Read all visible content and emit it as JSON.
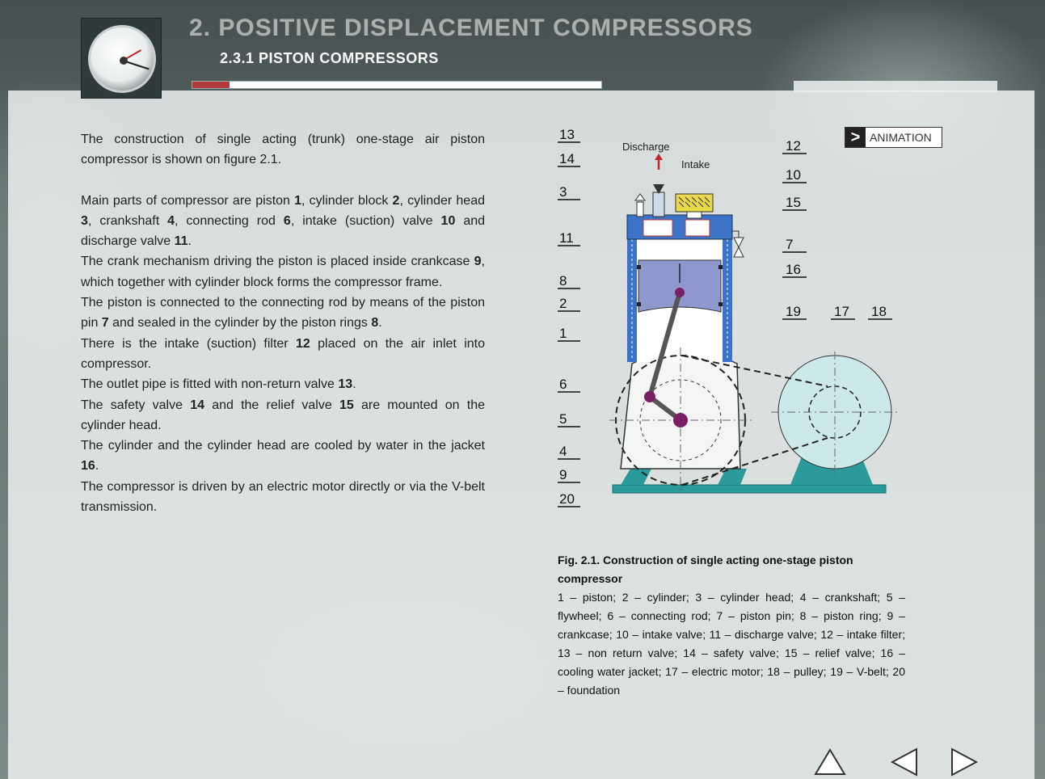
{
  "header": {
    "main_title": "2. POSITIVE DISPLACEMENT COMPRESSORS",
    "sub_title": "2.3.1 PISTON COMPRESSORS",
    "progress_fraction": 0.09
  },
  "body_paragraphs": [
    "The construction of single acting (trunk) one-stage air piston compressor is shown on figure 2.1.",
    "Main parts of compressor are piston 1, cylinder block 2, cylinder head 3, crankshaft 4, connecting rod 6, intake (suction) valve 10 and discharge valve 11.",
    "The crank mechanism driving the piston is placed inside crankcase 9, which together with cylinder block forms the compressor frame.",
    "The piston is connected to the connecting rod by means of the piston pin 7 and sealed in the cylinder by the piston rings 8.",
    "There is the intake (suction) filter 12 placed on the air inlet into compressor.",
    "The outlet pipe is fitted with non-return valve 13.",
    "The safety valve 14 and the relief valve 15 are mounted on the cylinder head.",
    "The cylinder and the cylinder head are cooled by water in the jacket 16.",
    "The compressor is driven by an electric motor directly or via the V-belt transmission."
  ],
  "animation_button": {
    "icon": "play-arrow-icon",
    "label": "ANIMATION"
  },
  "diagram": {
    "discharge_label": "Discharge",
    "intake_label": "Intake",
    "left_numbers": [
      "13",
      "14",
      "3",
      "11",
      "8",
      "2",
      "1",
      "6",
      "5",
      "4",
      "9",
      "20"
    ],
    "right_numbers": [
      "12",
      "10",
      "15",
      "7",
      "16",
      "19",
      "17",
      "18"
    ]
  },
  "caption": {
    "title": "Fig. 2.1. Construction of single acting one-stage piston compressor",
    "text": "1 – piston; 2 – cylinder; 3 – cylinder head; 4 – crankshaft; 5 – flywheel; 6 – connecting rod; 7 – piston pin; 8 – piston ring; 9 – crankcase; 10 – intake valve; 11 – discharge valve; 12 – intake filter; 13 – non return valve; 14 – safety valve; 15 – relief valve; 16 – cooling water jacket; 17 – electric motor; 18 – pulley; 19 – V-belt; 20 – foundation"
  },
  "navigation": {
    "up_icon": "up-triangle-icon",
    "prev_icon": "left-triangle-icon",
    "next_icon": "right-triangle-icon"
  },
  "colors": {
    "cylinder_blue": "#3b73c8",
    "piston_lavender": "#8f97cf",
    "motor_cyan": "#cde8e8",
    "base_teal": "#2a9a9a",
    "progress_red": "#b23a3a"
  }
}
